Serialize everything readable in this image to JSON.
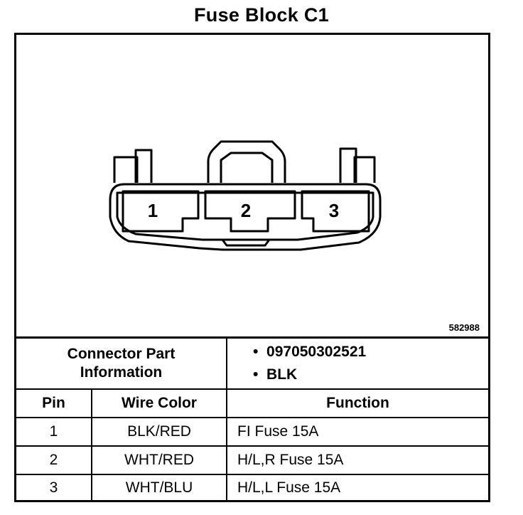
{
  "title": "Fuse Block C1",
  "drawing_id": "582988",
  "connector": {
    "pins": [
      "1",
      "2",
      "3"
    ]
  },
  "part_info": {
    "label_line1": "Connector Part",
    "label_line2": "Information",
    "items": [
      "097050302521",
      "BLK"
    ]
  },
  "table": {
    "headers": {
      "pin": "Pin",
      "wire_color": "Wire Color",
      "function": "Function"
    },
    "rows": [
      {
        "pin": "1",
        "wire_color": "BLK/RED",
        "function": "FI Fuse 15A"
      },
      {
        "pin": "2",
        "wire_color": "WHT/RED",
        "function": "H/L,R Fuse 15A"
      },
      {
        "pin": "3",
        "wire_color": "WHT/BLU",
        "function": "H/L,L Fuse 15A"
      }
    ]
  }
}
